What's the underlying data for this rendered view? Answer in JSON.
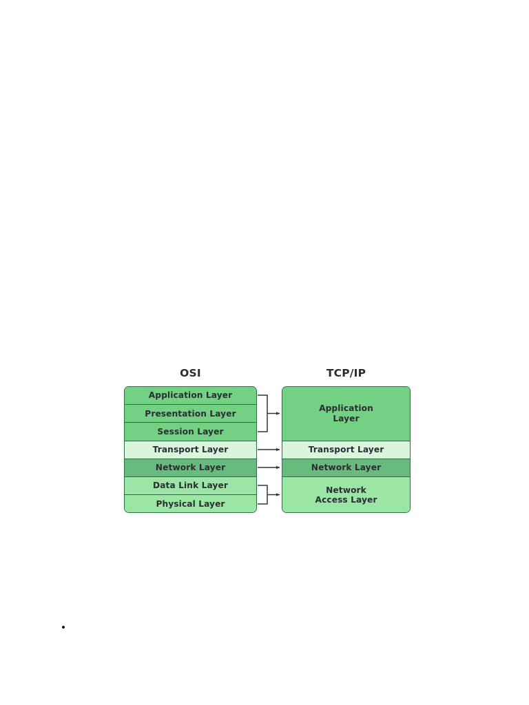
{
  "page": {
    "background": "#ffffff",
    "bullet_marker": "•"
  },
  "diagram": {
    "title_left": "OSI",
    "title_right": "TCP/IP",
    "colors": {
      "green_mid": "#72d183",
      "green_pale": "#d9f5dc",
      "green_dark": "#67bb7c",
      "green_light": "#9ce6a5",
      "border": "#2f6b42",
      "text": "#2c2c34",
      "heading": "#2b2b35",
      "connector": "#333333"
    },
    "osi": {
      "heading": "OSI",
      "layers": [
        {
          "label": "Application Layer",
          "shade": "g-mid"
        },
        {
          "label": "Presentation Layer",
          "shade": "g-mid"
        },
        {
          "label": "Session Layer",
          "shade": "g-mid"
        },
        {
          "label": "Transport Layer",
          "shade": "g-pale"
        },
        {
          "label": "Network Layer",
          "shade": "g-dark"
        },
        {
          "label": "Data Link Layer",
          "shade": "g-light"
        },
        {
          "label": "Physical Layer",
          "shade": "g-light"
        }
      ]
    },
    "tcpip": {
      "heading": "TCP/IP",
      "layers": [
        {
          "line1": "Application",
          "line2": "Layer",
          "shade": "g-mid",
          "span": 3
        },
        {
          "line1": "Transport Layer",
          "line2": "",
          "shade": "g-pale",
          "span": 1
        },
        {
          "line1": "Network Layer",
          "line2": "",
          "shade": "g-dark",
          "span": 1
        },
        {
          "line1": "Network",
          "line2": "Access Layer",
          "shade": "g-light",
          "span": 2
        }
      ]
    },
    "mappings": [
      {
        "from": "Application Layer + Presentation Layer + Session Layer",
        "to": "Application Layer",
        "style": "bracket"
      },
      {
        "from": "Transport Layer",
        "to": "Transport Layer",
        "style": "arrow"
      },
      {
        "from": "Network Layer",
        "to": "Network Layer",
        "style": "arrow"
      },
      {
        "from": "Data Link Layer + Physical Layer",
        "to": "Network Access Layer",
        "style": "bracket"
      }
    ]
  }
}
